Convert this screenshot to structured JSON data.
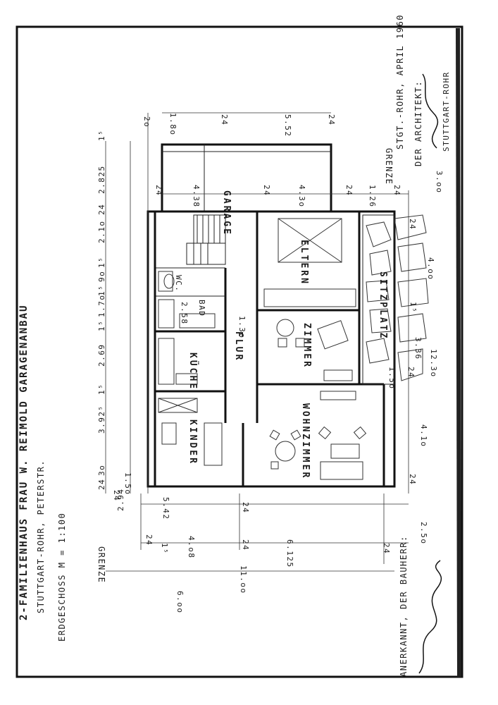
{
  "header": {
    "line1": "2-FAMILIENHAUS FRAU W. REIMOLD   GARAGENANBAU",
    "line2": "STUTTGART-ROHR, PETERSTR.",
    "line3": "ERDGESCHOSS   M = 1:100"
  },
  "rooms": {
    "garage": "GARAGE",
    "eltern": "ELTERN",
    "wc": "WC.",
    "bad": "BAD",
    "kueche": "KÜCHE",
    "flur": "FLUR",
    "zimmer": "ZIMMER",
    "sitzplatz": "SITZPLATZ",
    "kinder": "KINDER",
    "wohnzimmer": "WOHNZIMMER"
  },
  "labels": {
    "grenze_top": "GRENZE",
    "grenze_bottom": "GRENZE"
  },
  "dimensions": {
    "top_row": [
      "2o",
      "1.8o",
      "24",
      "5.52",
      "24"
    ],
    "left_row": [
      "1⁵",
      "2.825",
      "24",
      "2.1o",
      "1⁵",
      "9o",
      "1⁵",
      "1.7o",
      "1⁵",
      "2.69",
      "1⁵",
      "3.92⁵",
      "1.5o",
      "3o",
      "24"
    ],
    "garage_row": [
      "24",
      "4.38",
      "24",
      "4.3o",
      "24",
      "1.26",
      "24"
    ],
    "right_side": [
      "3.oo",
      "4.oo",
      "12.3o",
      "3.36",
      "1⁵",
      "24",
      "1.5o",
      "24",
      "4.1o",
      "24"
    ],
    "bottom_inner": [
      "5.42",
      "2.94",
      "24",
      "24",
      "24",
      "4.o8",
      "1⁵",
      "24",
      "24"
    ],
    "bottom_outer": [
      "6.125",
      "2.5o",
      "11.oo",
      "6.oo"
    ],
    "bad_width": "2.58",
    "flur_width": "1.3o"
  },
  "signatures": {
    "architect_line": "STGT.-ROHR, APRIL 1960",
    "architect_title": "DER ARCHITEKT:",
    "architect_stamp": "STUTTGART-ROHR",
    "owner_line": "ANERKANNT, DER BAUHERR:"
  }
}
